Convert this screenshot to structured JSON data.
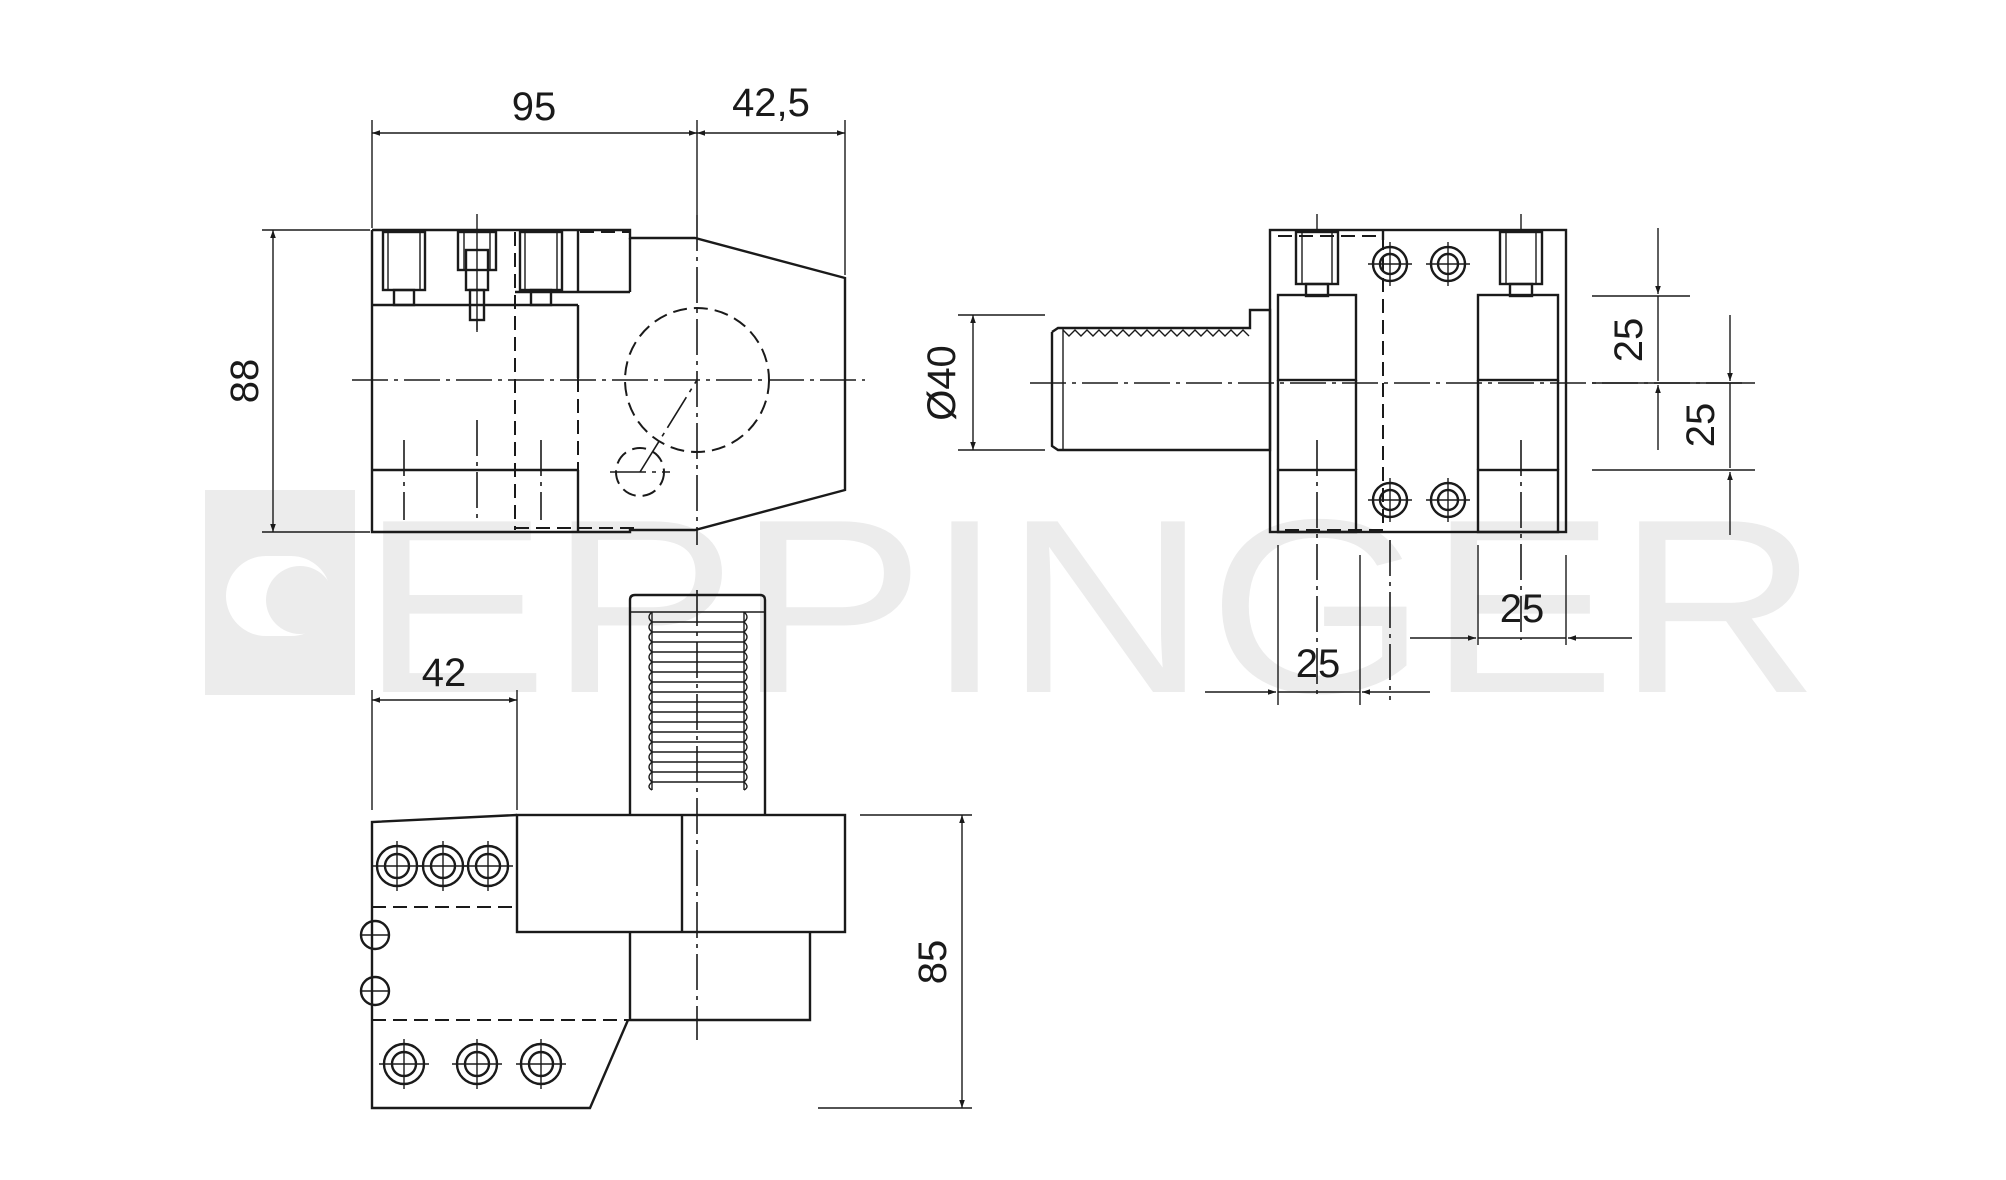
{
  "watermark": {
    "brand": "EPPINGER"
  },
  "dimensions": {
    "width_95": "95",
    "width_42_5": "42,5",
    "height_88": "88",
    "width_42": "42",
    "height_85": "85",
    "diameter_40": "Ø40",
    "right_vertical_25_upper": "25",
    "right_vertical_25_lower": "25",
    "right_horizontal_25_upper": "25",
    "right_horizontal_25_lower": "25"
  }
}
